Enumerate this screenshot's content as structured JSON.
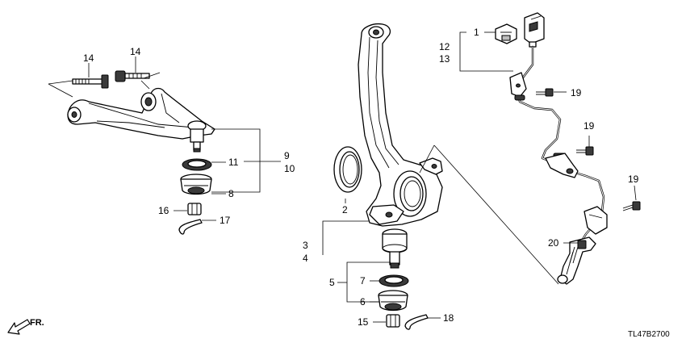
{
  "callouts": {
    "c1": "1",
    "c2": "2",
    "c3": "3",
    "c4": "4",
    "c5": "5",
    "c6": "6",
    "c7": "7",
    "c8": "8",
    "c9": "9",
    "c10": "10",
    "c11": "11",
    "c12": "12",
    "c13": "13",
    "c14a": "14",
    "c14b": "14",
    "c15": "15",
    "c16": "16",
    "c17": "17",
    "c18": "18",
    "c19a": "19",
    "c19b": "19",
    "c19c": "19",
    "c20": "20"
  },
  "front_indicator": "FR.",
  "diagram_code": "TL47B2700",
  "colors": {
    "line": "#000000",
    "background": "#ffffff",
    "rubber": "#3a3a3a"
  },
  "icons": {
    "front_arrow": "arrow-down-left-icon"
  }
}
